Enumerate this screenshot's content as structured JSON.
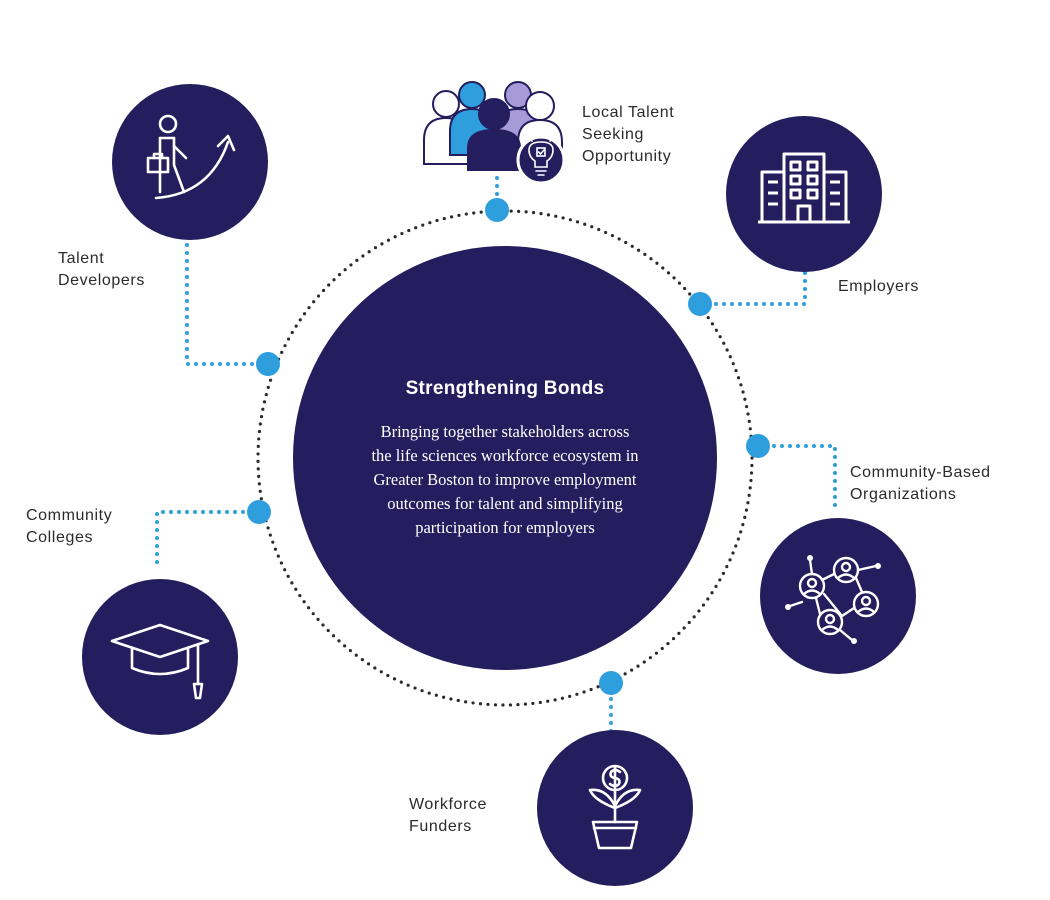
{
  "colors": {
    "navy": "#241d5e",
    "connector_blue": "#2e9fdc",
    "purple_accent": "#a79ad8",
    "ring_dots": "#2a2a2a"
  },
  "center": {
    "title": "Strengthening Bonds",
    "description_lines": [
      "Bringing together stakeholders across",
      "the life sciences workforce ecosystem in",
      "Greater Boston to improve employment",
      "outcomes for talent and simplifying",
      "participation for employers"
    ]
  },
  "nodes": {
    "local_talent": {
      "label_lines": [
        "Local Talent",
        "Seeking",
        "Opportunity"
      ],
      "icon": "people-group-lightbulb-icon"
    },
    "employers": {
      "label_lines": [
        "Employers"
      ],
      "icon": "office-building-icon"
    },
    "talent_developers": {
      "label_lines": [
        "Talent",
        "Developers"
      ],
      "icon": "person-climbing-arrow-icon"
    },
    "community_based": {
      "label_lines": [
        "Community-Based",
        "Organizations"
      ],
      "icon": "network-people-icon"
    },
    "community_colleges": {
      "label_lines": [
        "Community",
        "Colleges"
      ],
      "icon": "graduation-cap-icon"
    },
    "workforce_funders": {
      "label_lines": [
        "Workforce",
        "Funders"
      ],
      "icon": "money-plant-icon"
    }
  }
}
